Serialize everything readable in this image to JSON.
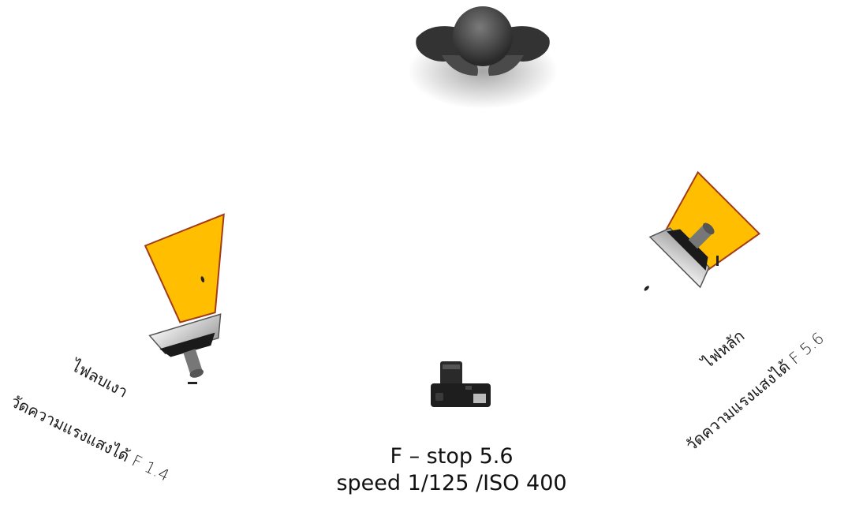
{
  "diagram": {
    "fill_light": {
      "name": "ไฟลบเงา",
      "meter_reading": "วัดความแรงแสงได้ F 1.4"
    },
    "key_light": {
      "name": "ไฟหลัก",
      "meter_reading": "วัดความแรงแสงได้ F 5.6"
    },
    "camera_settings": {
      "aperture": "F – stop 5.6",
      "speed_iso": "speed 1/125 /ISO 400"
    },
    "colors": {
      "light_beam": "#FFBF00",
      "beam_outline": "#A23B1A",
      "softbox_body": "#D9D9D9",
      "subject": "#3a3a3a"
    },
    "icons": [
      "subject-person-icon",
      "softbox-light-icon",
      "camera-icon"
    ]
  }
}
